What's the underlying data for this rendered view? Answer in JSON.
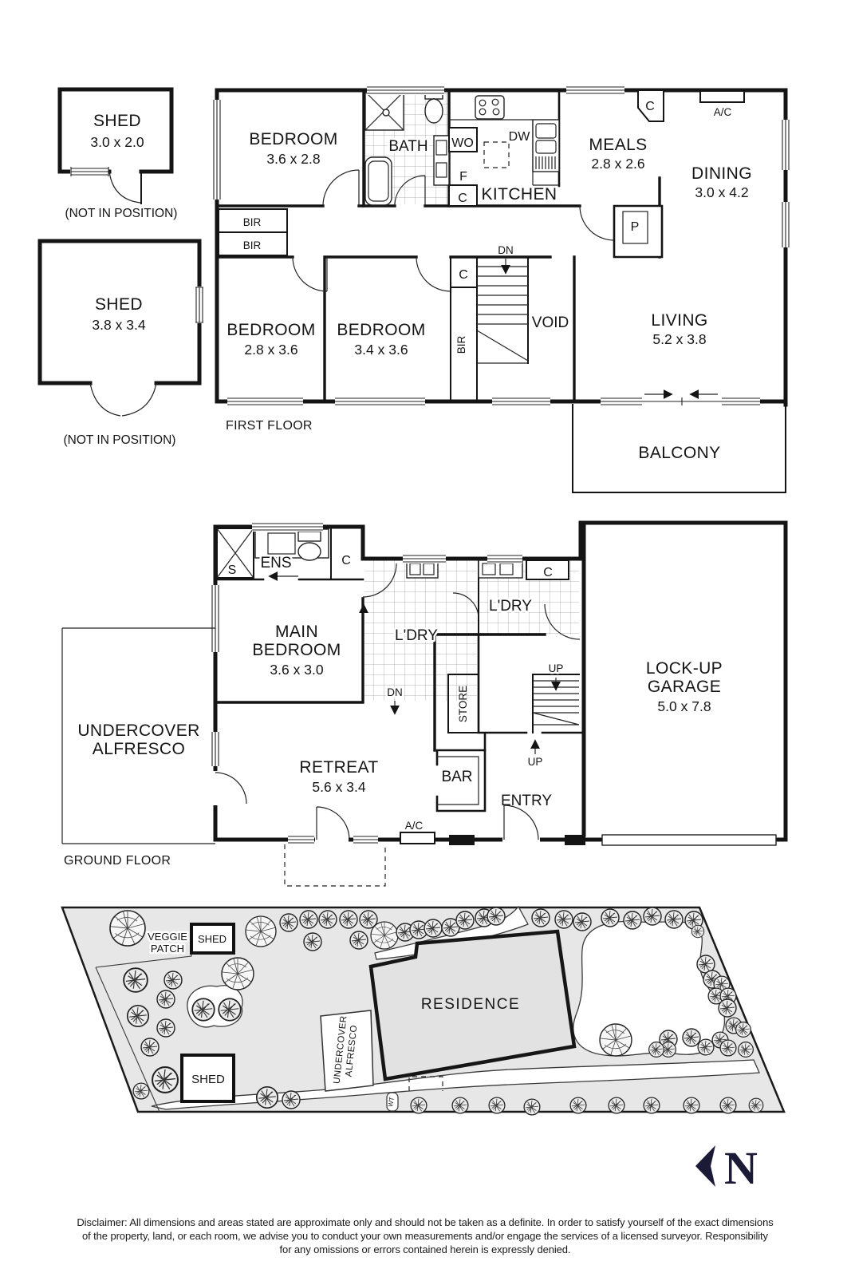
{
  "first_floor": {
    "caption": "FIRST FLOOR",
    "bedroom1": {
      "name": "BEDROOM",
      "dims": "3.6 x 2.8"
    },
    "bath": "BATH",
    "wo": "WO",
    "f": "F",
    "c_kitchen": "C",
    "dw": "DW",
    "kitchen": "KITCHEN",
    "c_corner": "C",
    "ac": "A/C",
    "meals": {
      "name": "MEALS",
      "dims": "2.8 x 2.6"
    },
    "dining": {
      "name": "DINING",
      "dims": "3.0 x 4.2"
    },
    "pantry": "P",
    "bir1": "BIR",
    "bir2": "BIR",
    "bir_vert": "BIR",
    "c_hall": "C",
    "dn": "DN",
    "void": "VOID",
    "bedroom2": {
      "name": "BEDROOM",
      "dims": "2.8 x 3.6"
    },
    "bedroom3": {
      "name": "BEDROOM",
      "dims": "3.4 x 3.6"
    },
    "living": {
      "name": "LIVING",
      "dims": "5.2 x 3.8"
    },
    "balcony": "BALCONY"
  },
  "sheds": {
    "shed1": {
      "name": "SHED",
      "dims": "3.0 x 2.0",
      "note": "(NOT IN POSITION)"
    },
    "shed2": {
      "name": "SHED",
      "dims": "3.8 x 3.4",
      "note": "(NOT IN POSITION)"
    }
  },
  "ground_floor": {
    "caption": "GROUND FLOOR",
    "shower": "S",
    "ens": "ENS",
    "c_ens": "C",
    "main_bedroom": {
      "line1": "MAIN",
      "line2": "BEDROOM",
      "dims": "3.6 x 3.0"
    },
    "ldry1": "L'DRY",
    "ldry2": "L'DRY",
    "c_ldry": "C",
    "dn": "DN",
    "store": "STORE",
    "up_stairs": "UP",
    "up_entry": "UP",
    "bar": "BAR",
    "entry": "ENTRY",
    "ac": "A/C",
    "alfresco": {
      "line1": "UNDERCOVER",
      "line2": "ALFRESCO"
    },
    "retreat": {
      "name": "RETREAT",
      "dims": "5.6 x 3.4"
    },
    "garage": {
      "line1": "LOCK-UP",
      "line2": "GARAGE",
      "dims": "5.0 x 7.8"
    }
  },
  "site_plan": {
    "veggie": {
      "line1": "VEGGIE",
      "line2": "PATCH"
    },
    "shed_top": "SHED",
    "shed_bottom": "SHED",
    "residence": "RESIDENCE",
    "alfresco": {
      "line1": "UNDERCOVER",
      "line2": "ALFRESCO"
    },
    "wt": "WT"
  },
  "compass": {
    "label": "N",
    "color": "#1b1b38"
  },
  "disclaimer": {
    "line1": "Disclaimer: All dimensions and areas stated are approximate only and should not be taken as a definite. In order to satisfy yourself of the exact dimensions",
    "line2": "of the property, land, or each room, we advise you to conduct your own measurements and/or engage the services of a licensed surveyor. Responsibility",
    "line3": "for any omissions or errors contained herein is expressly denied."
  }
}
